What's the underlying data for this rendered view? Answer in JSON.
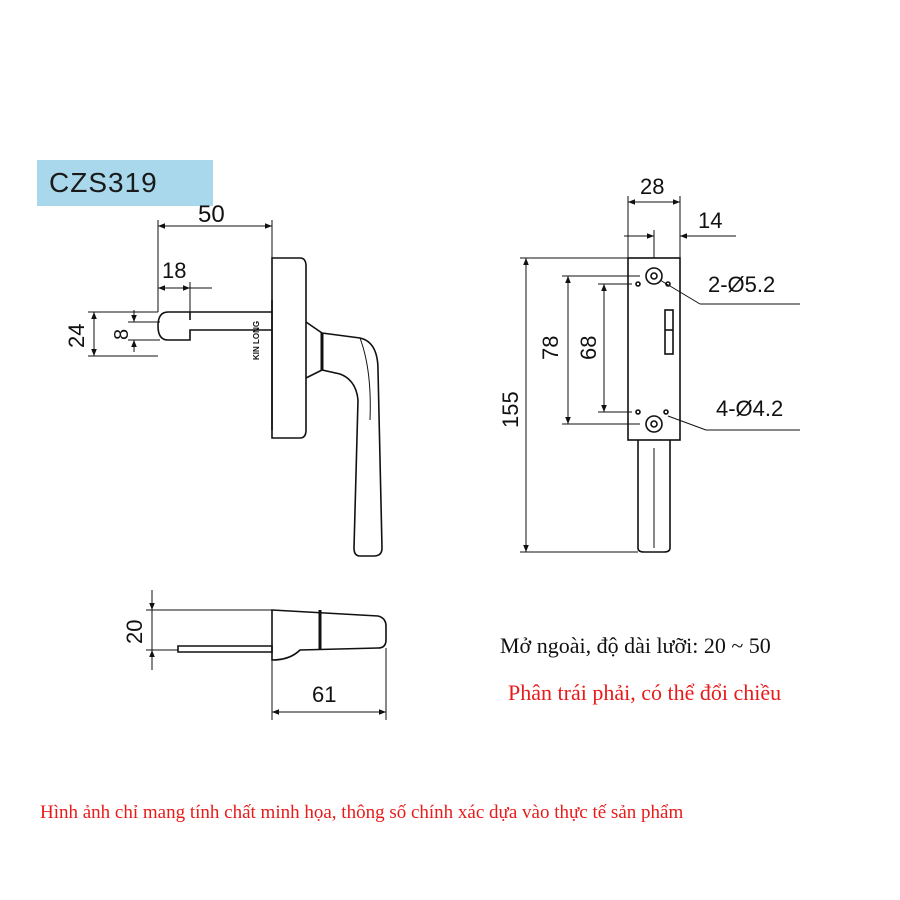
{
  "model_code": "CZS319",
  "front_view": {
    "dim_width": "50",
    "dim_tongue": "18",
    "dim_height_outer": "24",
    "dim_height_inner": "8",
    "brand_mark": "KIN LONG"
  },
  "bottom_view": {
    "dim_thickness": "20",
    "dim_length": "61"
  },
  "side_view": {
    "dim_base_width": "28",
    "dim_half_width": "14",
    "dim_total_length": "155",
    "dim_hole_spacing_outer": "78",
    "dim_hole_spacing_inner": "68",
    "hole_spec_large": "2-Ø5.2",
    "hole_spec_small": "4-Ø4.2"
  },
  "notes": {
    "spec_line": "Mở ngoài, độ dài lưỡi: 20 ~ 50",
    "feature_line": "Phân trái phải, có thể đổi chiều",
    "disclaimer": "Hình ảnh chỉ mang tính chất minh họa, thông số chính xác dựa vào thực tế sản phẩm"
  },
  "colors": {
    "label_bg": "#a9d8ec",
    "accent_red": "#e81b1b",
    "line": "#111111"
  }
}
